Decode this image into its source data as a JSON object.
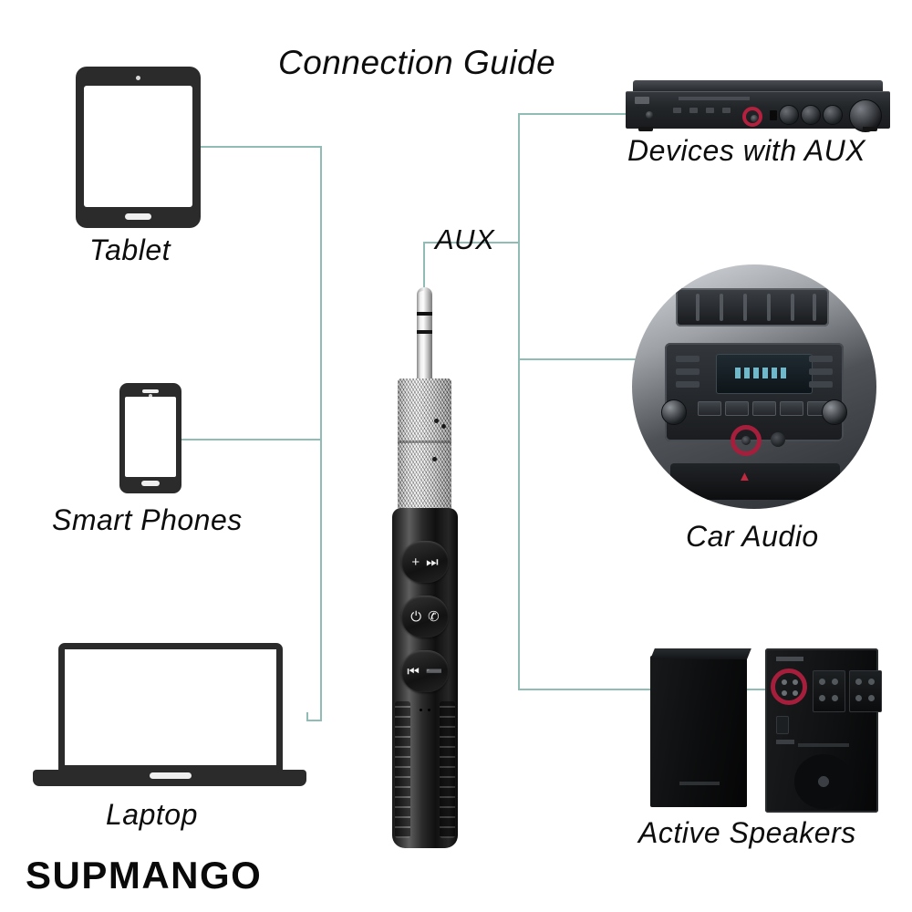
{
  "page": {
    "title": "Connection Guide",
    "brand": "SUPMANGO",
    "background_color": "#ffffff",
    "line_color": "#8fbdb5",
    "highlight_color": "#a51f3c",
    "text_color": "#0d0d0d"
  },
  "labels": {
    "tablet": "Tablet",
    "smart_phones": "Smart Phones",
    "laptop": "Laptop",
    "aux": "AUX",
    "devices_with_aux": "Devices with AUX",
    "car_audio": "Car Audio",
    "active_speakers": "Active Speakers"
  },
  "device": {
    "name": "Bluetooth AUX Receiver",
    "buttons": [
      {
        "id": "volume-up-next",
        "icons": [
          "plus",
          "next-track"
        ]
      },
      {
        "id": "power-call",
        "icons": [
          "power",
          "call"
        ]
      },
      {
        "id": "prev-volume-down",
        "icons": [
          "previous-track",
          "minus"
        ]
      }
    ],
    "connector": "3.5mm AUX plug",
    "microphone": "mic-holes"
  },
  "sources": [
    {
      "id": "tablet",
      "label": "Tablet"
    },
    {
      "id": "smart-phones",
      "label": "Smart Phones"
    },
    {
      "id": "laptop",
      "label": "Laptop"
    }
  ],
  "outputs": [
    {
      "id": "devices-with-aux",
      "label": "Devices with AUX"
    },
    {
      "id": "car-audio",
      "label": "Car Audio"
    },
    {
      "id": "active-speakers",
      "label": "Active Speakers"
    }
  ],
  "icons": {
    "plus": "+",
    "minus": "➖",
    "next_track": "⏭",
    "previous_track": "⏮",
    "power": "⏻",
    "call": "✆"
  }
}
